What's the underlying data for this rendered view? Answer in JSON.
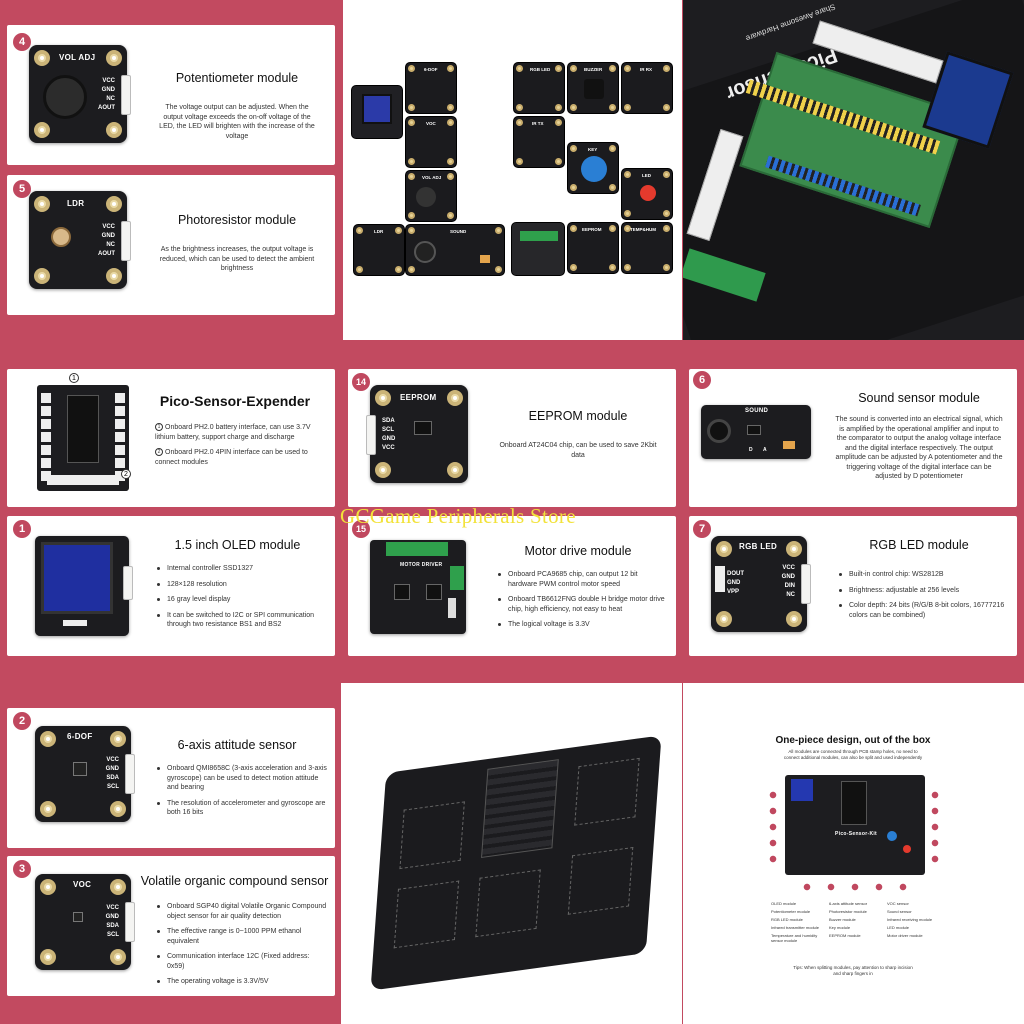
{
  "watermark": "GCGame Peripherals Store",
  "cards": {
    "pot": {
      "badge": "4",
      "pcb_label": "VOL ADJ",
      "pins": "VCC\nGND\nNC\nAOUT",
      "title": "Potentiometer module",
      "desc": "The voltage output can be adjusted. When the output voltage exceeds the on-off voltage of the LED, the LED will brighten with the increase of the voltage"
    },
    "ldr": {
      "badge": "5",
      "pcb_label": "LDR",
      "pins": "VCC\nGND\nNC\nAOUT",
      "title": "Photoresistor module",
      "desc": "As the brightness increases, the output voltage is reduced, which can be used to detect the ambient brightness"
    },
    "expander": {
      "title": "Pico-Sensor-Expender",
      "item1": "Onboard PH2.0 battery interface, can use 3.7V lithium battery, support charge and discharge",
      "item2": "Onboard PH2.0 4PIN interface can be used to connect modules",
      "n1": "1",
      "n2": "2"
    },
    "eeprom": {
      "badge": "14",
      "pcb_label": "EEPROM",
      "pins": "SDA\nSCL\nGND\nVCC",
      "title": "EEPROM module",
      "desc": "Onboard AT24C04 chip, can be used to save 2Kbit data"
    },
    "sound": {
      "badge": "6",
      "pcb_label": "SOUND",
      "title": "Sound sensor module",
      "desc": "The sound is converted into an electrical signal, which is amplified by the operational amplifier and input to the comparator to output the analog voltage interface and the digital interface respectively. The output amplitude can be adjusted by A potentiometer and the triggering voltage of the digital interface can be adjusted by D potentiometer",
      "pot_d": "D",
      "pot_a": "A"
    },
    "oled": {
      "badge": "1",
      "title": "1.5 inch OLED module",
      "items": [
        "Internal controller SSD1327",
        "128×128 resolution",
        "16 gray level display",
        "It can be switched to I2C or SPI communication through two resistance BS1 and BS2"
      ]
    },
    "motor": {
      "badge": "15",
      "pcb_label": "MOTOR DRIVER",
      "title": "Motor drive module",
      "items": [
        "Onboard PCA9685 chip, can output 12 bit hardware PWM control motor speed",
        "Onboard TB6612FNG double H bridge motor drive chip, high efficiency, not easy to heat",
        "The logical voltage is 3.3V"
      ]
    },
    "rgb": {
      "badge": "7",
      "pcb_label": "RGB LED",
      "pins": "VCC\nGND\nDIN\nNC",
      "left_pins": "DOUT\nGND\nVPP",
      "title": "RGB LED module",
      "items": [
        "Built-in control chip: WS2812B",
        "Brightness: adjustable at 256 levels",
        "Color depth: 24 bits (R/G/B 8-bit colors, 16777216 colors can be combined)"
      ]
    },
    "sixdof": {
      "badge": "2",
      "pcb_label": "6-DOF",
      "pins": "VCC\nGND\nSDA\nSCL",
      "title": "6-axis attitude sensor",
      "items": [
        "Onboard QMI8658C (3-axis acceleration and 3-axis gyroscope) can be used to detect motion attitude and bearing",
        "The resolution of accelerometer and gyroscope are both 16 bits"
      ]
    },
    "voc": {
      "badge": "3",
      "pcb_label": "VOC",
      "pins": "VCC\nGND\nSDA\nSCL",
      "title": "Volatile organic compound sensor",
      "items": [
        "Onboard SGP40 digital Volatile Organic Compound object sensor for air quality detection",
        "The effective range is 0~1000 PPM ethanol equivalent",
        "Communication interface 12C (Fixed address: 0x59)",
        "The operating voltage is 3.3V/5V"
      ]
    }
  },
  "modules_grid": {
    "labels": [
      "6-DOF",
      "RGB LED",
      "BUZZER",
      "IR RX",
      "VOC",
      "IR TX",
      "KEY",
      "LED",
      "VOL ADJ",
      "LDR",
      "SOUND",
      "EEPROM",
      "TEMP&HUM"
    ]
  },
  "board_photo": {
    "silk_title": "Pico-Sensor",
    "silk_sub": "Share Awesome Hardware"
  },
  "onepiece": {
    "title": "One-piece design, out of the box",
    "subtitle": "All modules are connected through PCB stamp holes, no need to connect additional modules, can also be split and used independently",
    "board_label": "Pico-Sensor-Kit",
    "legend": [
      "OLED module",
      "6-axis attitude sensor",
      "VOC sensor",
      "Potentiometer module",
      "Photoresistor module",
      "Sound sensor",
      "RGB LED module",
      "Buzzer module",
      "Infrared receiving module",
      "Infrared transmitter module",
      "Key module",
      "LED module",
      "Temperature and humidity sensor module",
      "EEPROM module",
      "Motor driver module"
    ],
    "tip": "Tips: When splitting modules, pay attention to sharp incision and sharp fingers in"
  }
}
